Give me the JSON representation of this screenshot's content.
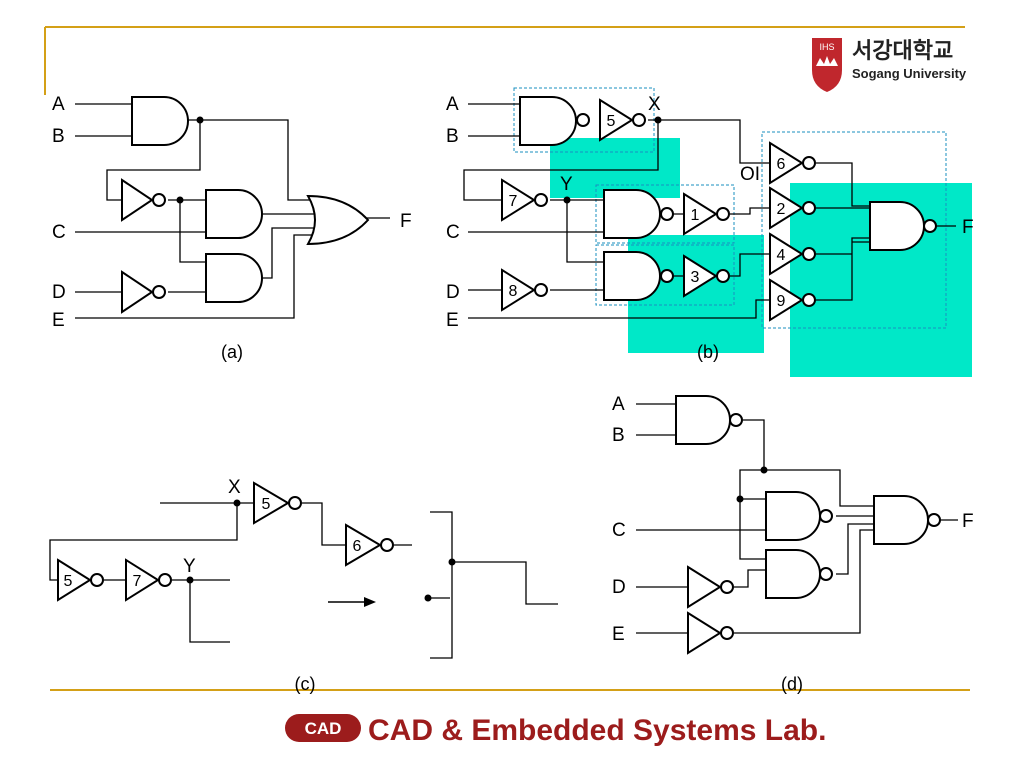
{
  "logo": {
    "badge": "IHS",
    "name_kr": "서강대학교",
    "name_en": "Sogang University"
  },
  "footer": {
    "mark": "CAD",
    "text": "CAD & Embedded Systems Lab."
  },
  "colors": {
    "accent_rule": "#d4a017",
    "highlight": "#00e8c8",
    "group_box": "#1a8fbf",
    "logo_red": "#c0272d",
    "footer_red": "#9c1c1c"
  },
  "diagram_a": {
    "inputs": [
      "A",
      "B",
      "C",
      "D",
      "E"
    ],
    "output": "F",
    "caption": "(a)"
  },
  "diagram_b": {
    "inputs": [
      "A",
      "B",
      "C",
      "D",
      "E"
    ],
    "output": "F",
    "nodes": [
      "X",
      "Y",
      "OI"
    ],
    "gate_numbers": [
      "5",
      "7",
      "1",
      "8",
      "3",
      "6",
      "2",
      "4",
      "9"
    ],
    "caption": "(b)"
  },
  "diagram_c": {
    "nodes": [
      "X",
      "Y"
    ],
    "gate_numbers": [
      "5",
      "6",
      "5",
      "7"
    ],
    "arrow": "→",
    "caption": "(c)"
  },
  "diagram_d": {
    "inputs": [
      "A",
      "B",
      "C",
      "D",
      "E"
    ],
    "output": "F",
    "caption": "(d)"
  }
}
